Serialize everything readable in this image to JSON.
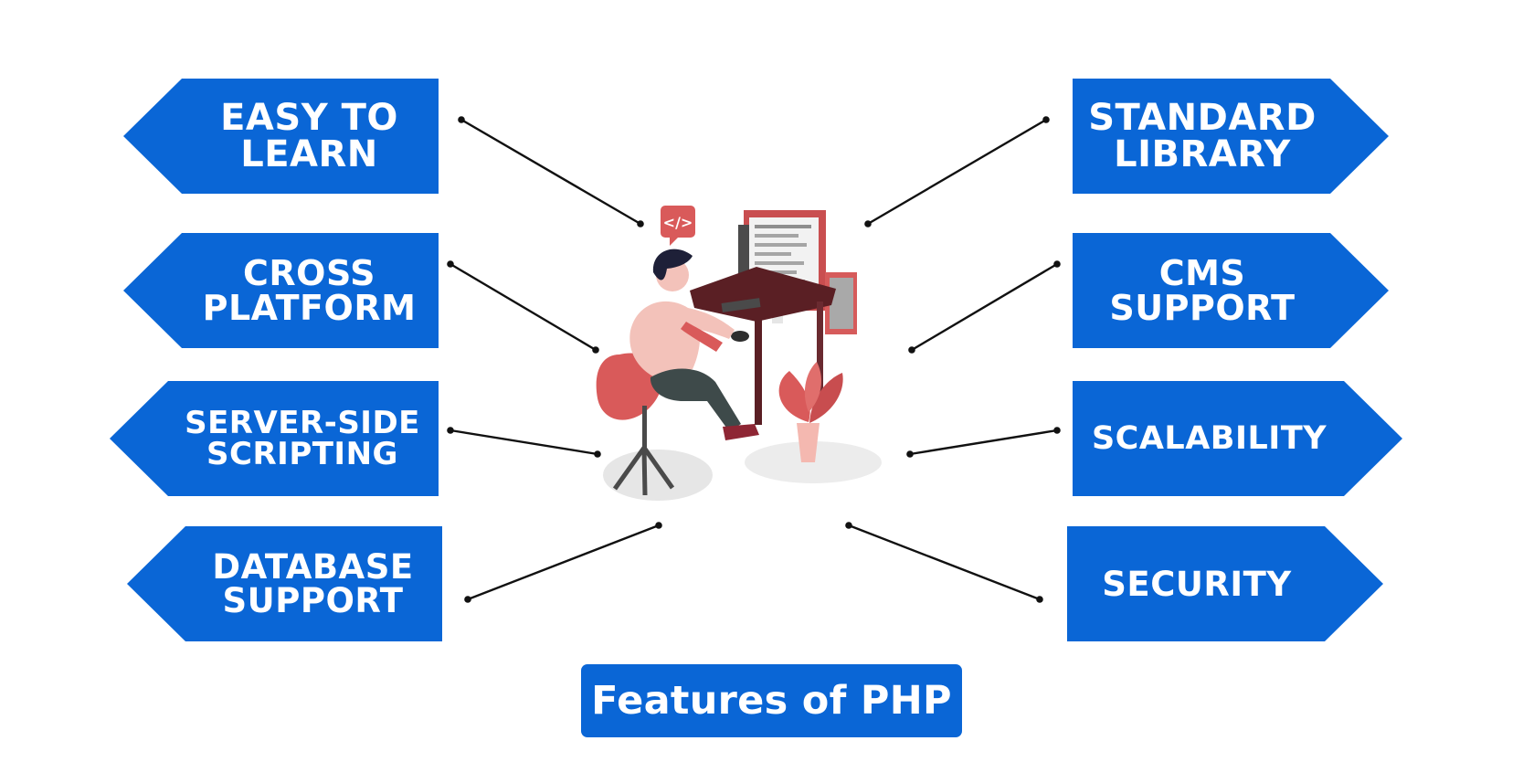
{
  "diagram": {
    "title": "Features of PHP",
    "left_features": [
      {
        "label": "EASY TO\nLEARN",
        "icon": "ease-learn"
      },
      {
        "label": "CROSS\nPLATFORM",
        "icon": "cross-platform"
      },
      {
        "label": "SERVER-SIDE\nSCRIPTING",
        "icon": "server-side"
      },
      {
        "label": "DATABASE\nSUPPORT",
        "icon": "database-support"
      }
    ],
    "right_features": [
      {
        "label": "STANDARD\nLIBRARY",
        "icon": "standard-library"
      },
      {
        "label": "CMS\nSUPPORT",
        "icon": "cms-support"
      },
      {
        "label": "SCALABILITY",
        "icon": "scalability"
      },
      {
        "label": "SECURITY",
        "icon": "security"
      }
    ],
    "illustration": {
      "name": "developer-at-desk-icon",
      "elements": [
        "code-bubble-icon",
        "monitor-icon",
        "chair-icon",
        "plant-icon"
      ]
    },
    "colors": {
      "accent": "#0A66D6",
      "text_on_accent": "#FFFFFF",
      "line": "#111111",
      "illustration_red": "#D95A5A",
      "illustration_dark": "#5A1F24",
      "illustration_light": "#F3C2BA",
      "illustration_gray": "#E6E6E6"
    }
  }
}
